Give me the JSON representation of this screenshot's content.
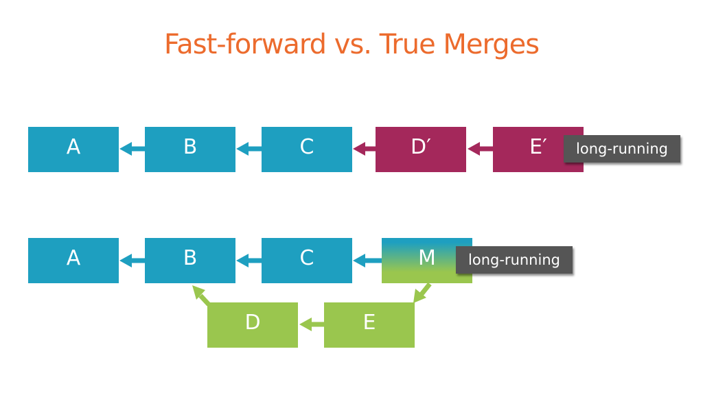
{
  "title": "Fast-forward vs. True Merges",
  "fast_forward": {
    "nodes": [
      "A",
      "B",
      "C",
      "D′",
      "E′"
    ],
    "branch_label": "long-running"
  },
  "true_merge": {
    "main_nodes": [
      "A",
      "B",
      "C",
      "M"
    ],
    "side_nodes": [
      "D",
      "E"
    ],
    "branch_label": "long-running"
  },
  "colors": {
    "title": "#ec6b2d",
    "mainline": "#1e9fc0",
    "rebased": "#a4285b",
    "feature": "#9ac64e",
    "label_bg": "#555555"
  }
}
